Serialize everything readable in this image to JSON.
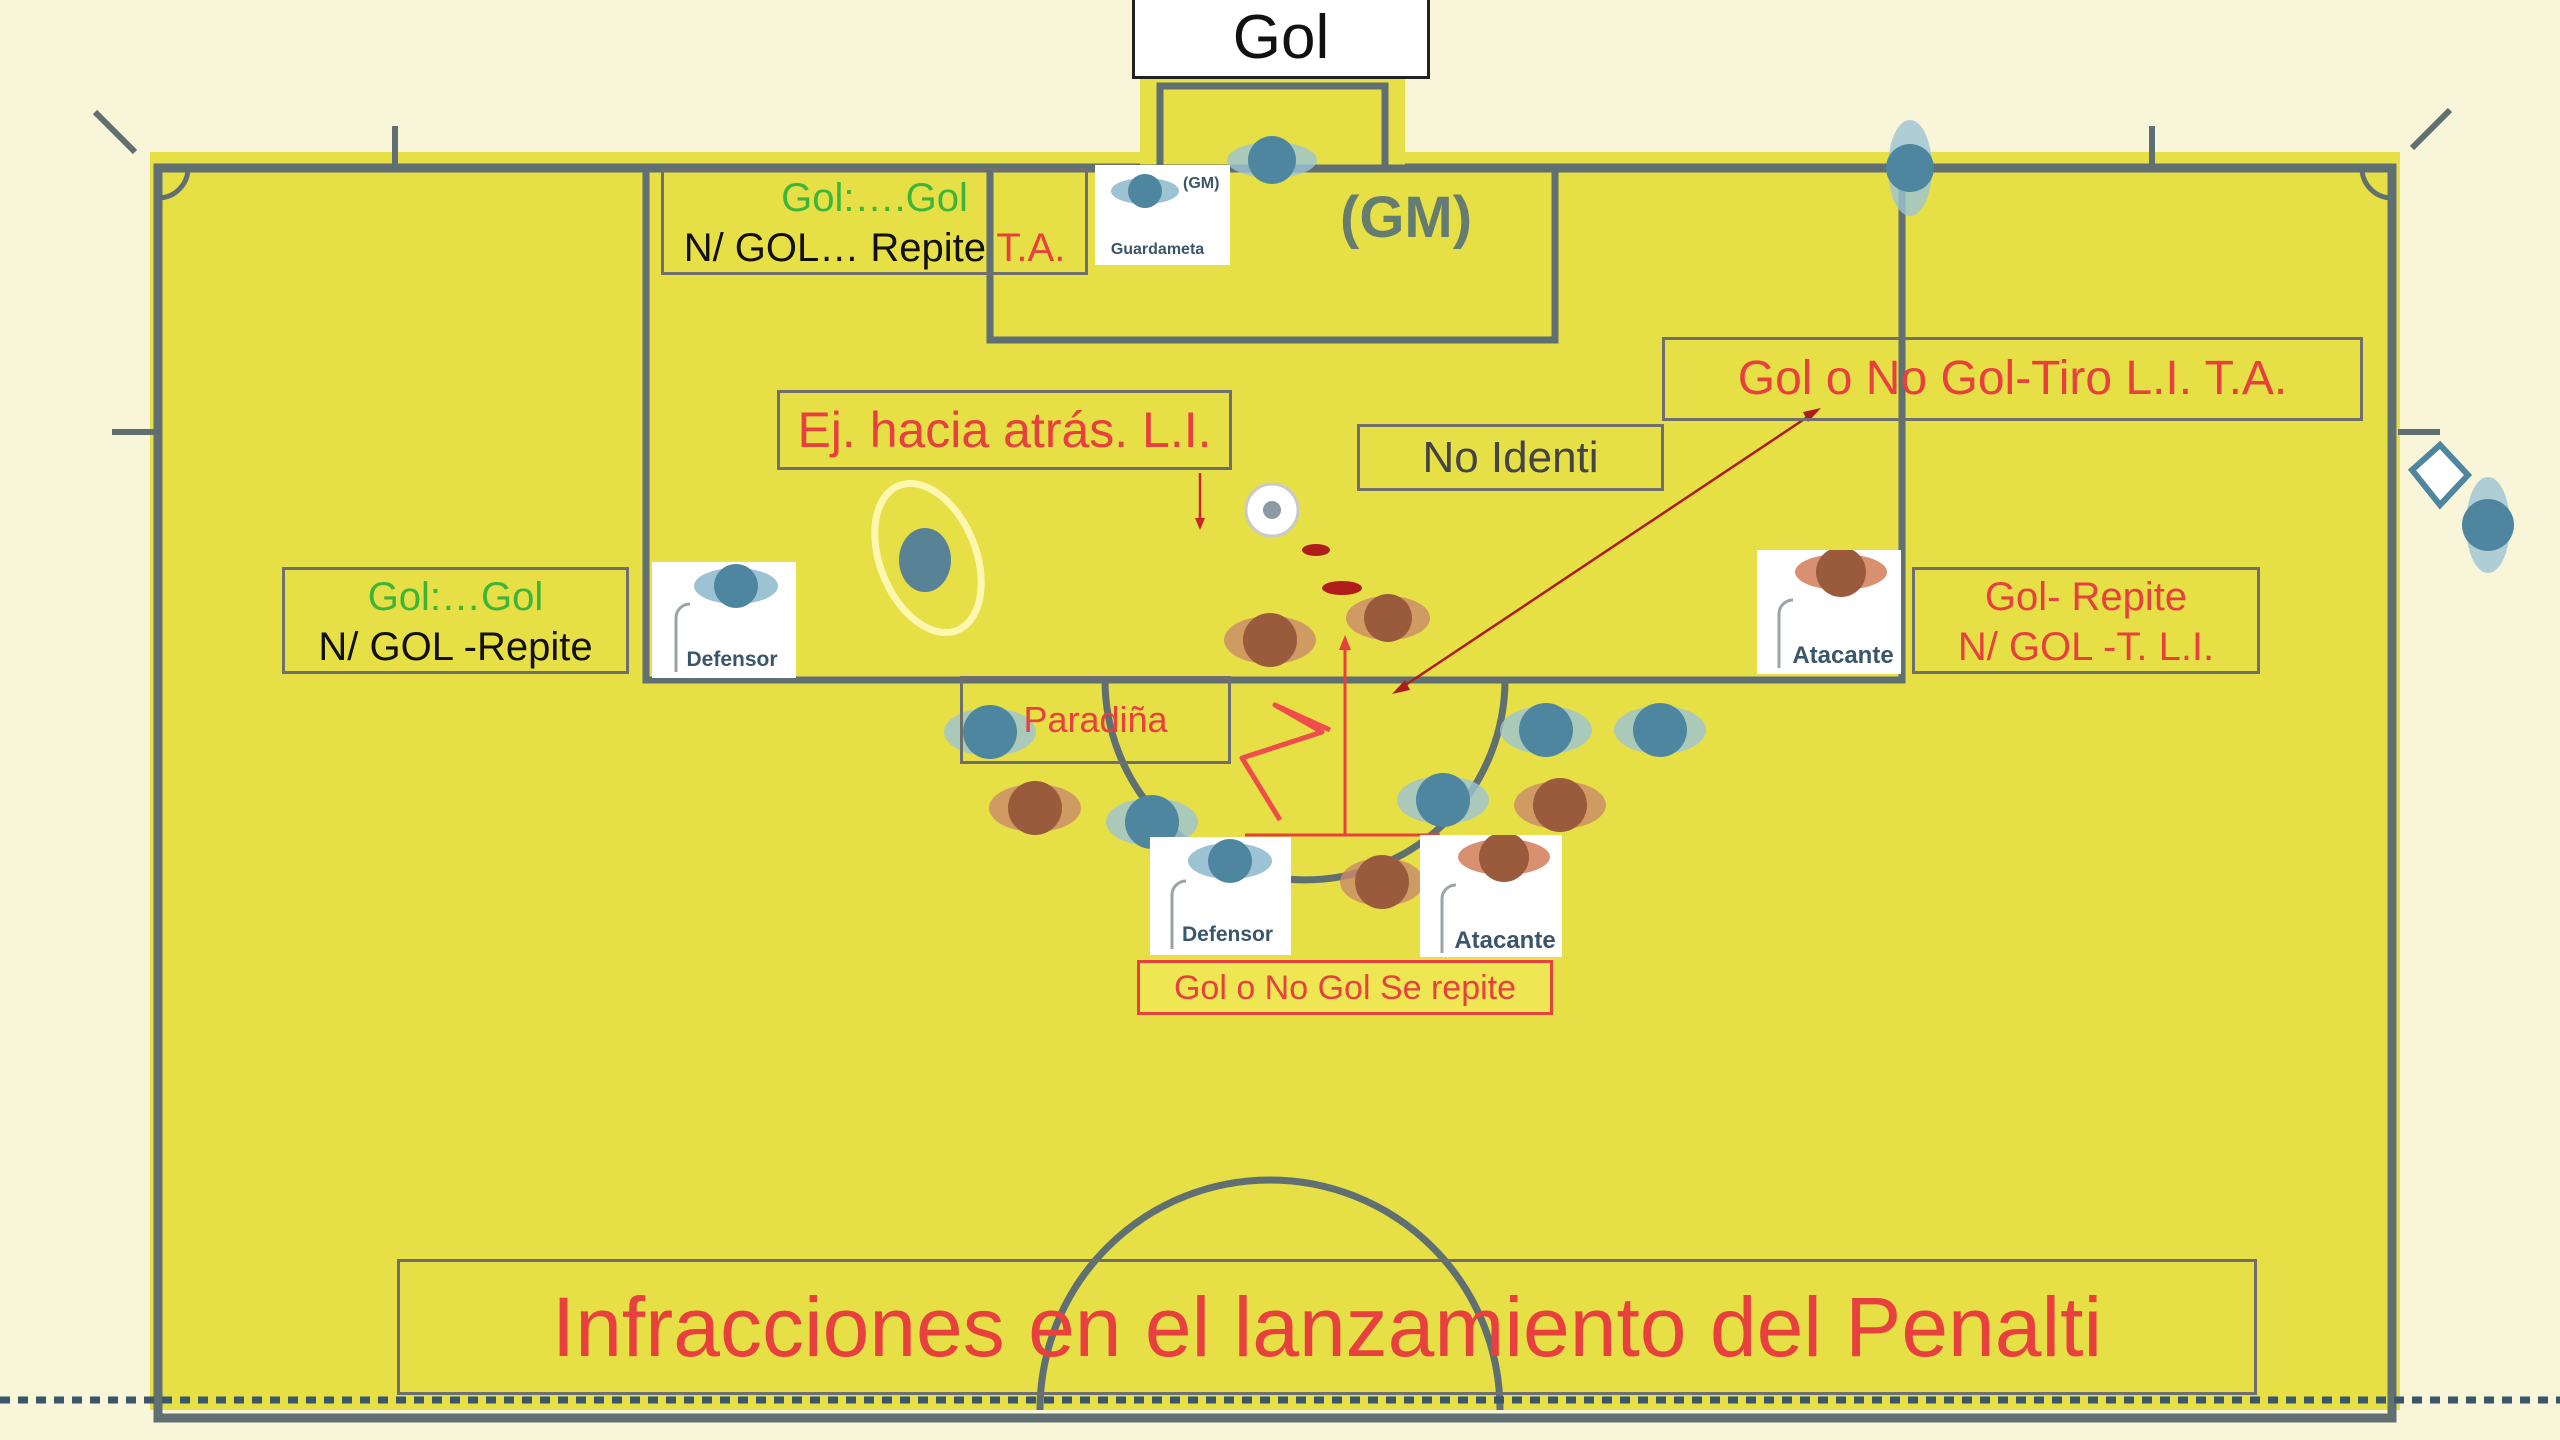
{
  "colors": {
    "pitch": "#e6df45",
    "lines": "#5f6f72",
    "red": "#e8403f",
    "green": "#3db53a",
    "blue_player": "#4e86a0",
    "brown_player": "#9a5b3c",
    "background": "#f8f5d8"
  },
  "diagram": {
    "top_label": "Gol",
    "gm_mark": "(GM)",
    "title": "Infracciones en el lanzamiento del Penalti"
  },
  "goalkeeper_box": {
    "line1": "Gol:….Gol",
    "line2_black": "N/ GOL… Repite",
    "line2_red": "T.A."
  },
  "goalkeeper_card": {
    "badge": "(GM)",
    "label": "Guardameta"
  },
  "backward_box": {
    "text": "Ej. hacia atrás. L.I."
  },
  "no_identi_box": {
    "text": "No Identi"
  },
  "tiro_box": {
    "text": "Gol o No Gol-Tiro L.I.  T.A."
  },
  "defensor_box_left": {
    "line1": "Gol:…Gol",
    "line2": "N/ GOL -Repite"
  },
  "defensor_card_left": {
    "label": "Defensor"
  },
  "atacante_card_right": {
    "label": "Atacante"
  },
  "atacante_box_right": {
    "line1": "Gol-  Repite",
    "line2": "N/ GOL -T. L.I."
  },
  "paradina_box": {
    "text": "Paradiña"
  },
  "defensor_card_bottom": {
    "label": "Defensor"
  },
  "atacante_card_bottom": {
    "label": "Atacante"
  },
  "se_repite_box": {
    "text": "Gol o No Gol Se repite"
  }
}
